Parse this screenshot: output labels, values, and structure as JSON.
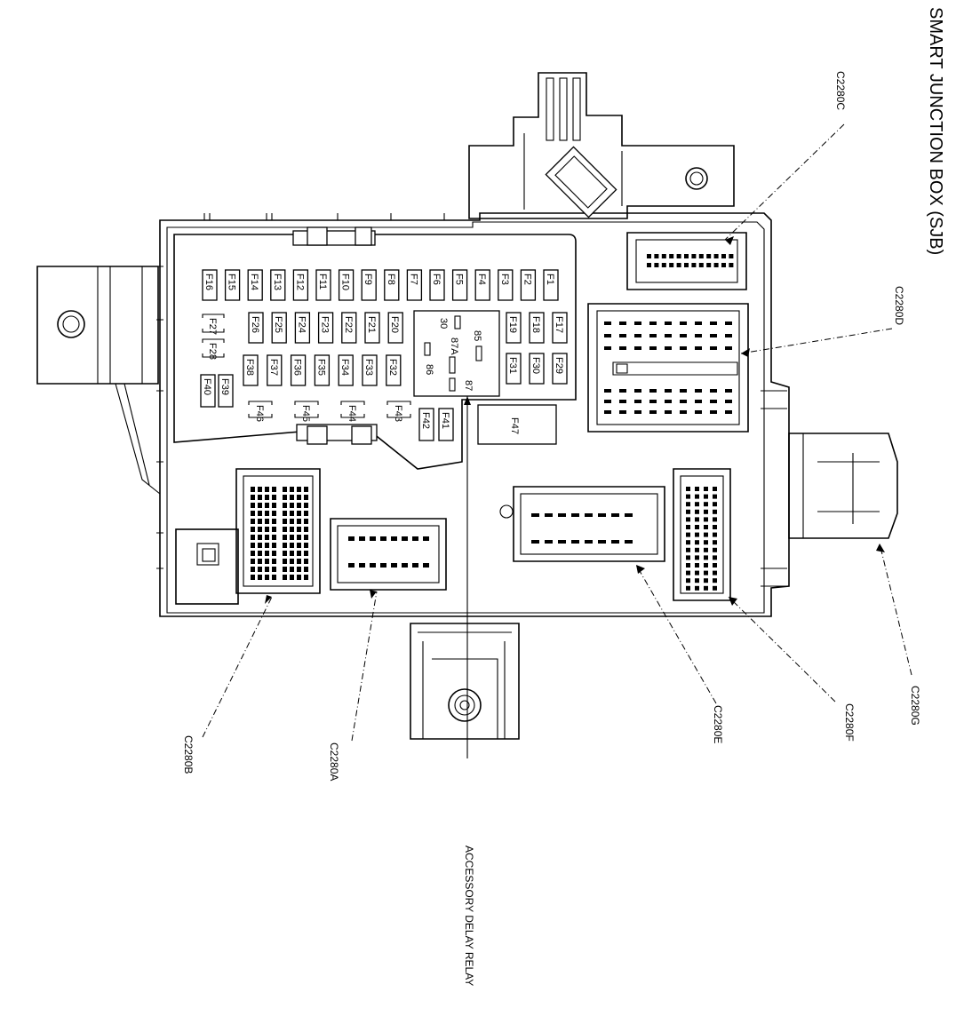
{
  "title": "SMART JUNCTION BOX (SJB)",
  "fuses_row1": [
    "F16",
    "F15",
    "F14",
    "F13",
    "F12",
    "F11",
    "F10",
    "F9",
    "F8",
    "F7",
    "F6",
    "F5",
    "F4",
    "F3",
    "F2",
    "F1"
  ],
  "fuses_row2": [
    "F26",
    "F25",
    "F24",
    "F23",
    "F22",
    "F21",
    "F20"
  ],
  "fuses_row2_right": [
    "F19",
    "F18",
    "F17"
  ],
  "fuses_row3": [
    "F38",
    "F37",
    "F36",
    "F35",
    "F34",
    "F33",
    "F32"
  ],
  "fuses_row3_right": [
    "F31",
    "F30",
    "F29"
  ],
  "fuses_small_pair": [
    "F27",
    "F28"
  ],
  "fuses_row4": [
    "F46",
    "F45",
    "F44",
    "F43"
  ],
  "fuses_side": [
    "F40",
    "F39"
  ],
  "fuses_lower": [
    "F42",
    "F41"
  ],
  "fuse_large": "F47",
  "relay_terminals": [
    "30",
    "85",
    "87A",
    "86",
    "87"
  ],
  "connectors": {
    "c": "C2280C",
    "d": "C2280D",
    "b": "C2280B",
    "a": "C2280A",
    "e": "C2280E",
    "f": "C2280F",
    "g": "C2280G"
  },
  "relay_label": "ACCESSORY DELAY RELAY"
}
